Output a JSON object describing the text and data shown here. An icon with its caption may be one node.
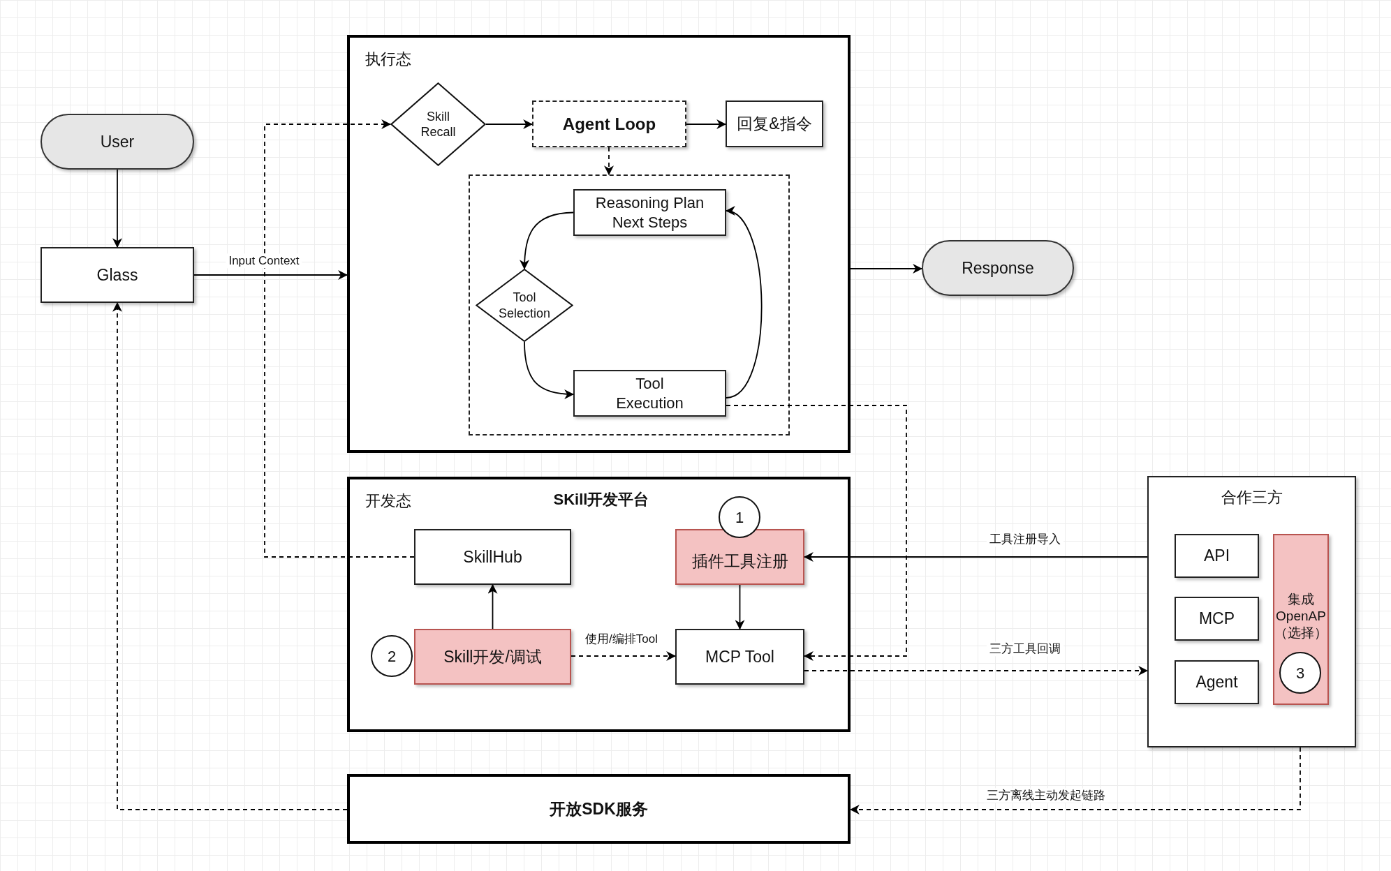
{
  "diagram": {
    "nodes": [
      {
        "text": [
          "User"
        ]
      },
      {
        "text": [
          "Glass"
        ]
      },
      {
        "text": [
          "执行态"
        ]
      },
      {
        "text": [
          "Skill Recall"
        ],
        "in": 2
      },
      {
        "text": [
          "Agent Loop"
        ],
        "in": 2
      },
      {
        "text": [
          "回复&指令"
        ],
        "in": 2
      },
      {
        "text": [],
        "shape": "box",
        "in": 2
      },
      {
        "text": [
          "Reasoning Plan Next Steps"
        ],
        "in": 6
      },
      {
        "text": [
          "Tool Selection"
        ],
        "in": 6
      },
      {
        "text": [
          "Tool Execution"
        ],
        "in": 6
      },
      {
        "text": [
          "Response"
        ]
      },
      {
        "text": [
          "开发态",
          "SKill开发平台"
        ]
      },
      {
        "text": [
          "1"
        ],
        "in": 11
      },
      {
        "text": [
          "SkillHub"
        ],
        "in": 11
      },
      {
        "text": [
          "插件工具注册"
        ],
        "in": 11
      },
      {
        "text": [
          "2"
        ],
        "in": 11
      },
      {
        "text": [
          "Skill开发/调试"
        ],
        "in": 11
      },
      {
        "text": [
          "MCP Tool"
        ],
        "in": 11
      },
      {
        "text": [
          "合作三方"
        ]
      },
      {
        "text": [
          "API"
        ],
        "in": 18
      },
      {
        "text": [
          "MCP"
        ],
        "in": 18
      },
      {
        "text": [
          "Agent"
        ],
        "in": 18
      },
      {
        "text": [
          "集成 OpenAP（选择）"
        ],
        "in": 18
      },
      {
        "text": [
          "3"
        ],
        "in": 22
      },
      {
        "text": [
          "开放SDK服务"
        ]
      }
    ],
    "edges": [
      {
        "from": 0,
        "to": 1,
        "arrow": "to"
      },
      {
        "from": 1,
        "to": 2,
        "arrow": "to",
        "label": "Input Context"
      },
      {
        "from": 13,
        "to": 3,
        "arrow": "to",
        "style": "dashed"
      },
      {
        "from": 3,
        "to": 4,
        "arrow": "to"
      },
      {
        "from": 4,
        "to": 5,
        "arrow": "to"
      },
      {
        "from": 4,
        "to": 6,
        "arrow": "to",
        "style": "dashed"
      },
      {
        "from": 7,
        "to": 8,
        "arrow": "to"
      },
      {
        "from": 8,
        "to": 9,
        "arrow": "to"
      },
      {
        "from": 9,
        "to": 7,
        "arrow": "to"
      },
      {
        "from": 9,
        "to": 17,
        "arrow": "to",
        "style": "dashed"
      },
      {
        "from": 2,
        "to": 10,
        "arrow": "to"
      },
      {
        "from": 18,
        "to": 14,
        "arrow": "to",
        "label": "工具注册导入"
      },
      {
        "from": 14,
        "to": 17,
        "arrow": "to"
      },
      {
        "from": 16,
        "to": 13,
        "arrow": "to"
      },
      {
        "from": 16,
        "to": 17,
        "arrow": "to",
        "style": "dashed",
        "label": "使用/编排Tool"
      },
      {
        "from": 17,
        "to": 18,
        "arrow": "to",
        "style": "dashed",
        "label": "三方工具回调"
      },
      {
        "from": 18,
        "to": 24,
        "arrow": "to",
        "style": "dashed",
        "label": "三方离线主动发起链路"
      },
      {
        "from": 24,
        "to": 1,
        "arrow": "to",
        "style": "dashed"
      }
    ]
  }
}
